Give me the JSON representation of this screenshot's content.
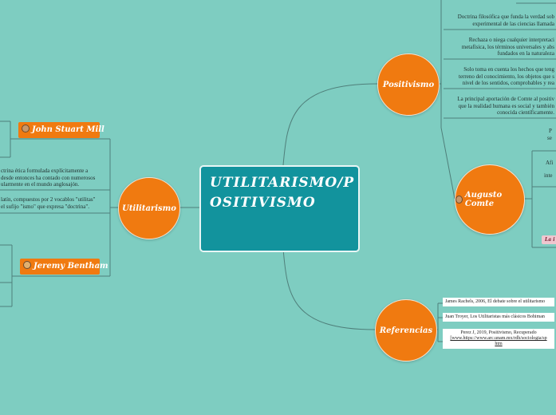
{
  "central": {
    "title": "UTILITARISMO/POSITIVISMO"
  },
  "utilitarismo": {
    "label": "Utilitarismo",
    "people": [
      {
        "name": "John Stuart Mill",
        "icon": "man-face-icon"
      },
      {
        "name": "Jeremy Bentham",
        "icon": "man-face-icon"
      }
    ],
    "texts": [
      [
        "ctrina ética formulada explícitamente a",
        "desde entonces ha contado con numerosos",
        "ularmente en el mundo anglosajón."
      ],
      [
        "latín, compuestos por 2 vocablos \"utilitas\"",
        "el sufijo \"ismo\" que expresa \"doctrina\"."
      ]
    ]
  },
  "positivismo": {
    "label": "Positivismo",
    "texts": [
      [
        "Doctrina filosófica que funda la verdad sob",
        "experimental de las ciencias llamada"
      ],
      [
        "Rechaza o niega cualquier interpretaci",
        "metafísica, los términos universales y abs",
        "fundados en la naturaleza"
      ],
      [
        "Solo toma en cuenta los hechos que teng",
        "terreno del conocimiento, los objetos que s",
        "nivel de los sentidos, comprobables y rea"
      ],
      [
        "La principal aportación de Comte al positiv",
        "que la realidad humana es social y también",
        "conocida científicamente."
      ]
    ]
  },
  "augusto_comte": {
    "label": "Augusto Comte",
    "texts": [
      [
        "P",
        "se"
      ],
      [
        "Afi",
        "inte"
      ]
    ],
    "tag": "La i"
  },
  "referencias": {
    "label": "Referencias",
    "items": [
      [
        "James Rachels, 2006, El debate sobre el utilitarismo"
      ],
      [
        "Juan Troyer, Los Utilitaristas más clásicos Bohiman"
      ],
      [
        "Perez J, 2019, Positivismo, Recuperado",
        "[www.https://www.arc.unam.mx/rdh/sociologia/sp",
        "htm"
      ]
    ]
  },
  "colors": {
    "background": "#7ecdc1",
    "node": "#f07a10",
    "central": "#12939d",
    "line": "#4f7f7a"
  }
}
